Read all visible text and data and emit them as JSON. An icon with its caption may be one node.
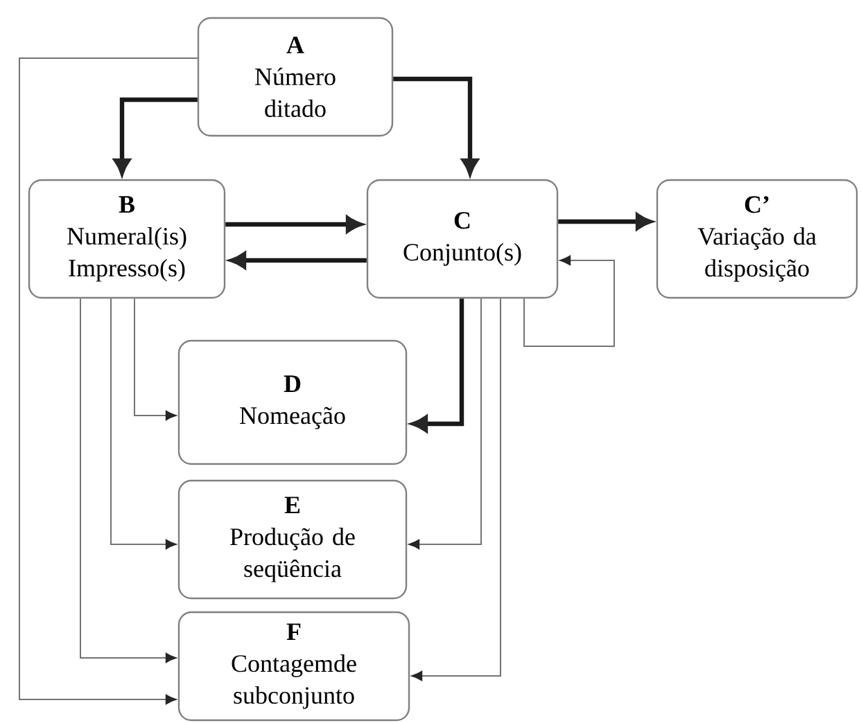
{
  "diagram": {
    "nodes": [
      {
        "text": [
          "A",
          "Número ditado"
        ]
      },
      {
        "text": [
          "B",
          "Numeral(is) Impresso(s)"
        ]
      },
      {
        "text": [
          "C",
          "Conjunto(s)"
        ]
      },
      {
        "text": [
          "C’",
          "Variação da disposição"
        ]
      },
      {
        "text": [
          "D",
          "Nomeação"
        ]
      },
      {
        "text": [
          "E",
          "Produção de seqüência"
        ]
      },
      {
        "text": [
          "F",
          "Contagemde subconjunto"
        ]
      }
    ],
    "edges": [
      {
        "from": 0,
        "to": 1,
        "arrow": "to",
        "style": "thick"
      },
      {
        "from": 0,
        "to": 2,
        "arrow": "to",
        "style": "thick"
      },
      {
        "from": 0,
        "to": 6,
        "arrow": "to"
      },
      {
        "from": 1,
        "to": 2,
        "arrow": "to",
        "style": "thick"
      },
      {
        "from": 2,
        "to": 1,
        "arrow": "to",
        "style": "thick"
      },
      {
        "from": 2,
        "to": 3,
        "arrow": "to",
        "style": "thick"
      },
      {
        "from": 2,
        "to": 2,
        "arrow": "to"
      },
      {
        "from": 1,
        "to": 4,
        "arrow": "to"
      },
      {
        "from": 1,
        "to": 5,
        "arrow": "to"
      },
      {
        "from": 1,
        "to": 6,
        "arrow": "to"
      },
      {
        "from": 2,
        "to": 4,
        "arrow": "to",
        "style": "thick"
      },
      {
        "from": 2,
        "to": 5,
        "arrow": "to"
      },
      {
        "from": 2,
        "to": 6,
        "arrow": "to"
      }
    ]
  }
}
